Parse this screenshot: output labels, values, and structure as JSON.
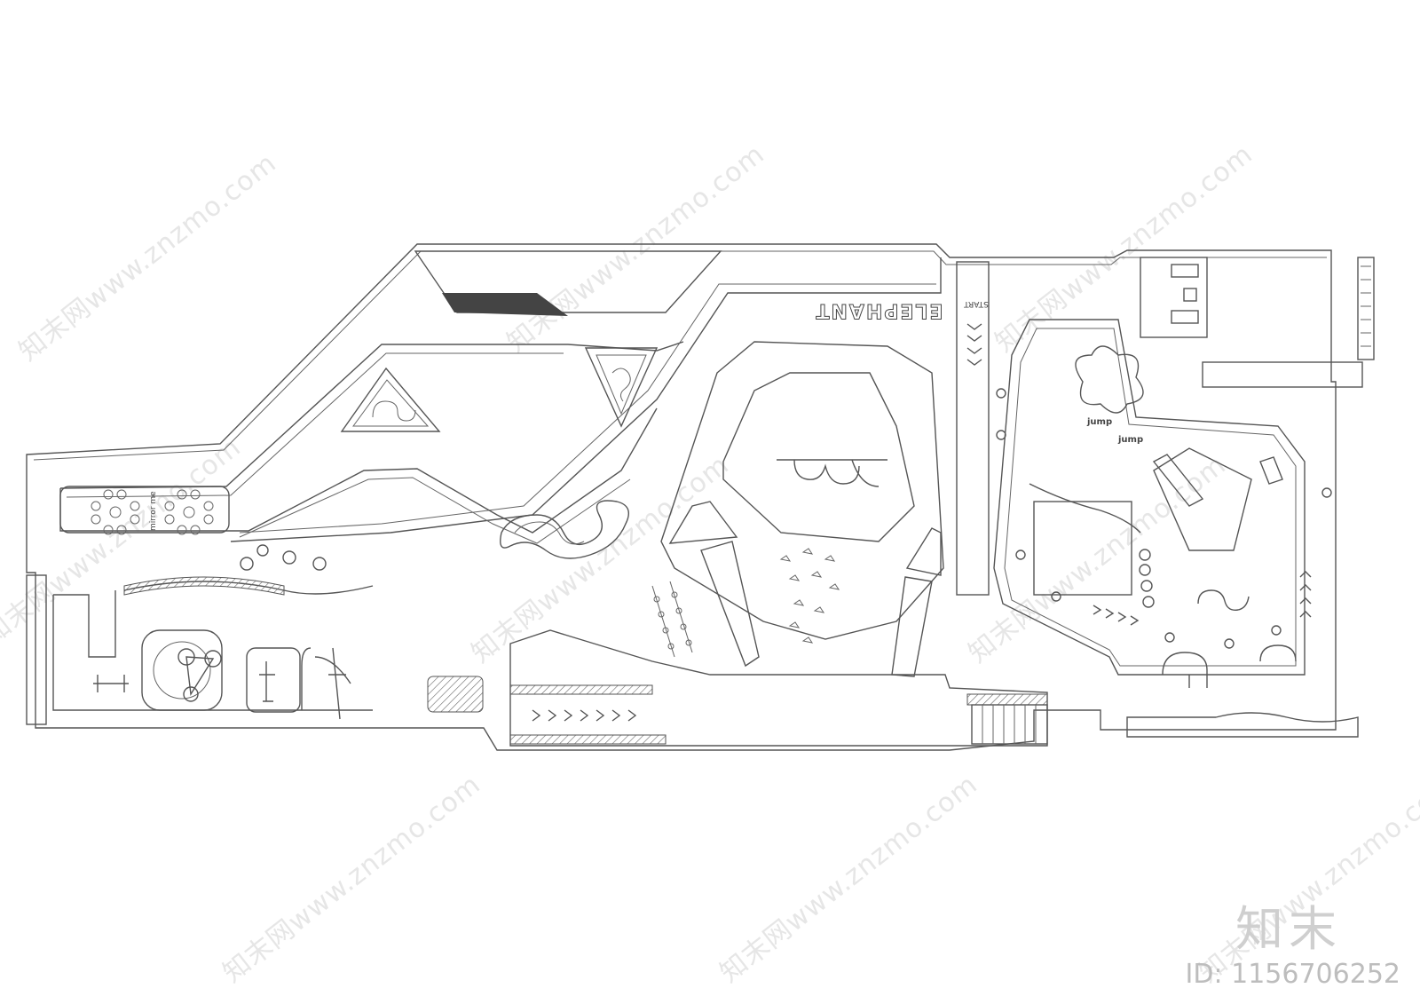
{
  "plan": {
    "banner_text": "ELEPHANT",
    "start_text": "START",
    "mirror_text": "mirror me",
    "jump_text_1": "jump",
    "jump_text_2": "jump"
  },
  "watermark": {
    "text": "知末网www.znzmo.com"
  },
  "brand": {
    "logo_text": "知末",
    "id_text": "ID: 1156706252"
  }
}
